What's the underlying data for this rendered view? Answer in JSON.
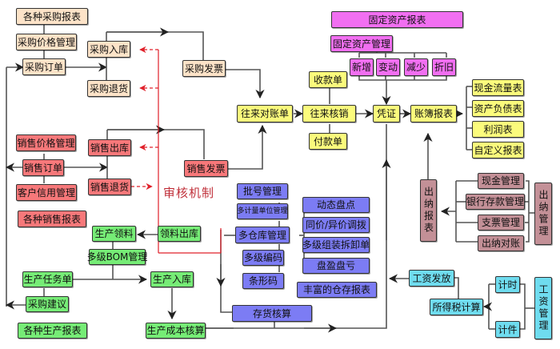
{
  "diagram": {
    "audit_label": "审核机制",
    "colors": {
      "purchase": "#fde3c8",
      "sales": "#f7787a",
      "production": "#76ec76",
      "finance": "#fbfb7c",
      "fixed_asset": "#f16ff1",
      "inventory": "#7c7cf4",
      "cashier": "#c39097",
      "wage": "#6fdcef",
      "audit": "#e0202a",
      "line": "#444444"
    },
    "purchase": {
      "reports": "各种采购报表",
      "price_mgmt": "采购价格管理",
      "order": "采购订单",
      "inbound": "采购入库",
      "returns": "采购退货",
      "invoice": "采购发票"
    },
    "sales": {
      "price_mgmt": "销售价格管理",
      "order": "销售订单",
      "credit_mgmt": "客户信用管理",
      "reports": "各种销售报表",
      "outbound": "销售出库",
      "returns": "销售退货",
      "invoice": "销售发票"
    },
    "production": {
      "picking": "生产领料",
      "picking_out": "领料出库",
      "bom": "多级BOM管理",
      "task": "生产任务单",
      "inbound": "生产入库",
      "purchase_suggest": "采购建议",
      "reports": "各种生产报表",
      "costing": "生产成本核算"
    },
    "finance": {
      "reconcile": "往来对账单",
      "write_off": "往来核销",
      "receipt": "收款单",
      "payment": "付款单",
      "voucher": "凭证",
      "ledger_reports": "账簿报表",
      "cash_flow": "现金流量表",
      "balance_sheet": "资产负债表",
      "income_stmt": "利润表",
      "custom_reports": "自定义报表"
    },
    "fixed_asset": {
      "reports": "固定资产报表",
      "mgmt": "固定资产管理",
      "add": "新增",
      "change": "变动",
      "reduce": "减少",
      "depreciate": "折旧"
    },
    "inventory": {
      "batch": "批号管理",
      "multi_unit": "多计量单位管理",
      "multi_warehouse": "多仓库管理",
      "multi_code": "多级编码",
      "barcode": "条形码",
      "dynamic_count": "动态盘点",
      "transfer": "同价/异价调拨",
      "assembly": "多级组装拆卸单",
      "surplus_loss": "盘盈盘亏",
      "reports": "丰富的仓存报表",
      "costing": "存货核算"
    },
    "cashier": {
      "reports": "出纳报表",
      "cash_mgmt": "现金管理",
      "bank_mgmt": "银行存款管理",
      "check_mgmt": "支票管理",
      "reconcile": "出纳对账",
      "cashier_mgmt": "出纳管理"
    },
    "wage": {
      "payout": "工资发放",
      "income_tax": "所得税计算",
      "hourly": "计时",
      "piece": "计件",
      "wage_mgmt": "工资管理"
    }
  }
}
